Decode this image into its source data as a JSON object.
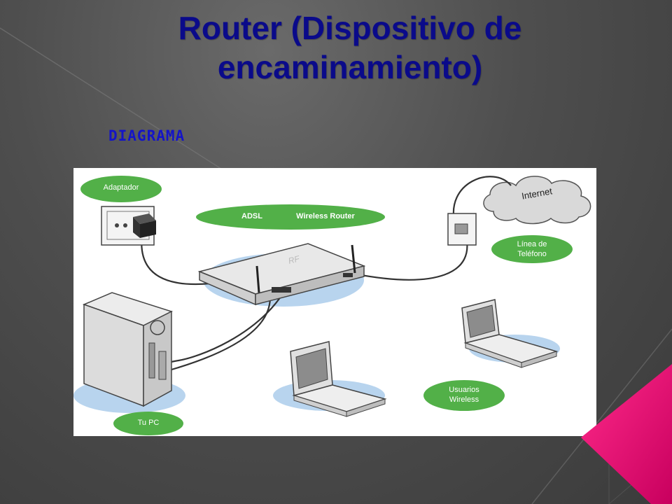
{
  "slide": {
    "title_line1": "Router (Dispositivo de",
    "title_line2": "encaminamiento)",
    "subtitle": "DIAGRAMA"
  },
  "diagram": {
    "labels": {
      "adaptador": "Adaptador",
      "adsl": "ADSL",
      "wireless_router": "Wireless Router",
      "internet": "Internet",
      "linea_line1": "Línea de",
      "linea_line2": "Teléfono",
      "usuarios_line1": "Usuarios",
      "usuarios_line2": "Wireless",
      "tu_pc": "Tu PC"
    }
  },
  "colors": {
    "title": "#0a0a8a",
    "subtitle": "#1414c8",
    "label_green": "#52b048",
    "accent_pink": "#e0147a"
  }
}
